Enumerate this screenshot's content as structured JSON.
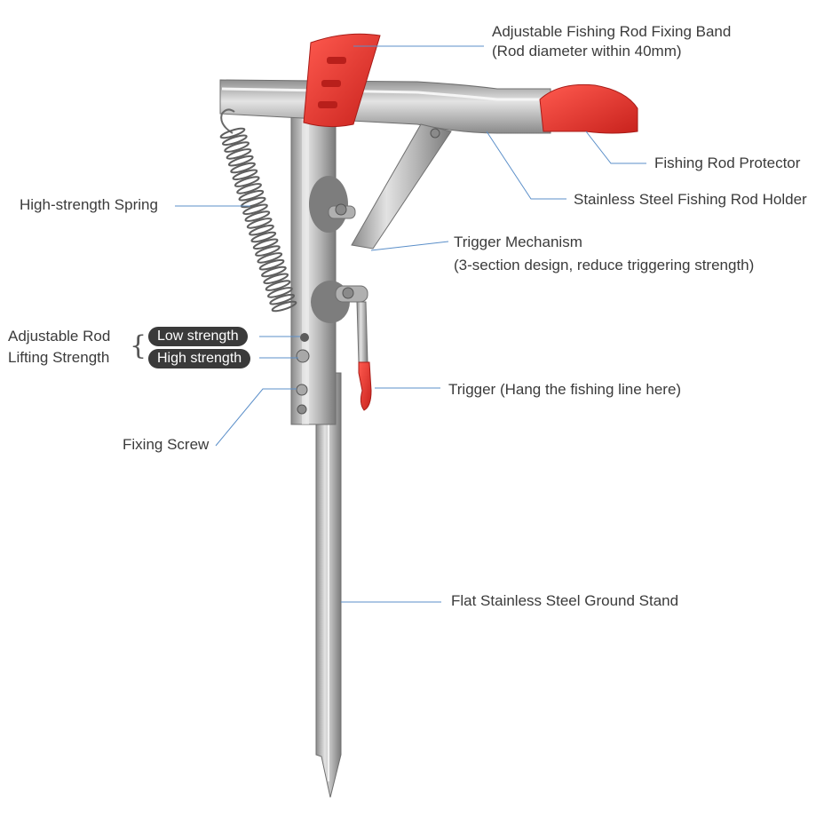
{
  "colors": {
    "steel_light": "#c9c9c9",
    "steel_mid": "#9a9a9a",
    "steel_dark": "#6e6e6e",
    "red_accent": "#e8352f",
    "leader_line": "#5b8fc9",
    "pill_bg": "#3a3a3a",
    "text": "#3b3b3b"
  },
  "labels": {
    "fixing_band_line1": "Adjustable Fishing Rod Fixing Band",
    "fixing_band_line2": "(Rod diameter within 40mm)",
    "rod_protector": "Fishing Rod Protector",
    "rod_holder": "Stainless Steel Fishing Rod Holder",
    "spring": "High-strength Spring",
    "trigger_mechanism_line1": "Trigger Mechanism",
    "trigger_mechanism_line2": "(3-section design, reduce triggering strength)",
    "lifting_strength_line1": "Adjustable Rod",
    "lifting_strength_line2": "Lifting Strength",
    "low_strength": "Low strength",
    "high_strength": "High strength",
    "trigger": "Trigger (Hang the fishing line here)",
    "fixing_screw": "Fixing Screw",
    "ground_stand": "Flat Stainless Steel Ground Stand"
  }
}
